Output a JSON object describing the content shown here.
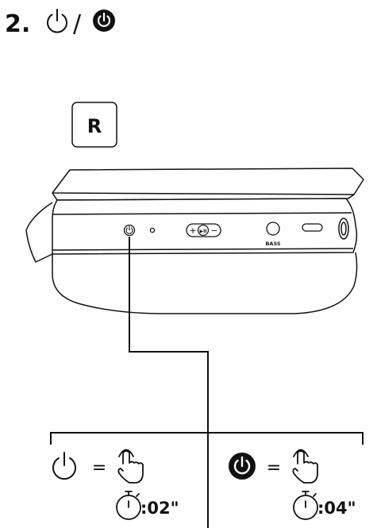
{
  "step": {
    "number": "2.",
    "separator": "/"
  },
  "side_label": "R",
  "device": {
    "volume_minus": "−",
    "play_pause": "▶II",
    "volume_plus": "+",
    "bass_label": "BASS"
  },
  "actions": {
    "power_on": {
      "equals": "=",
      "duration": ":02\""
    },
    "power_off": {
      "equals": "=",
      "duration": ":04\""
    }
  },
  "icons": [
    "power-icon",
    "power-filled-icon",
    "finger-press-icon",
    "stopwatch-icon"
  ]
}
